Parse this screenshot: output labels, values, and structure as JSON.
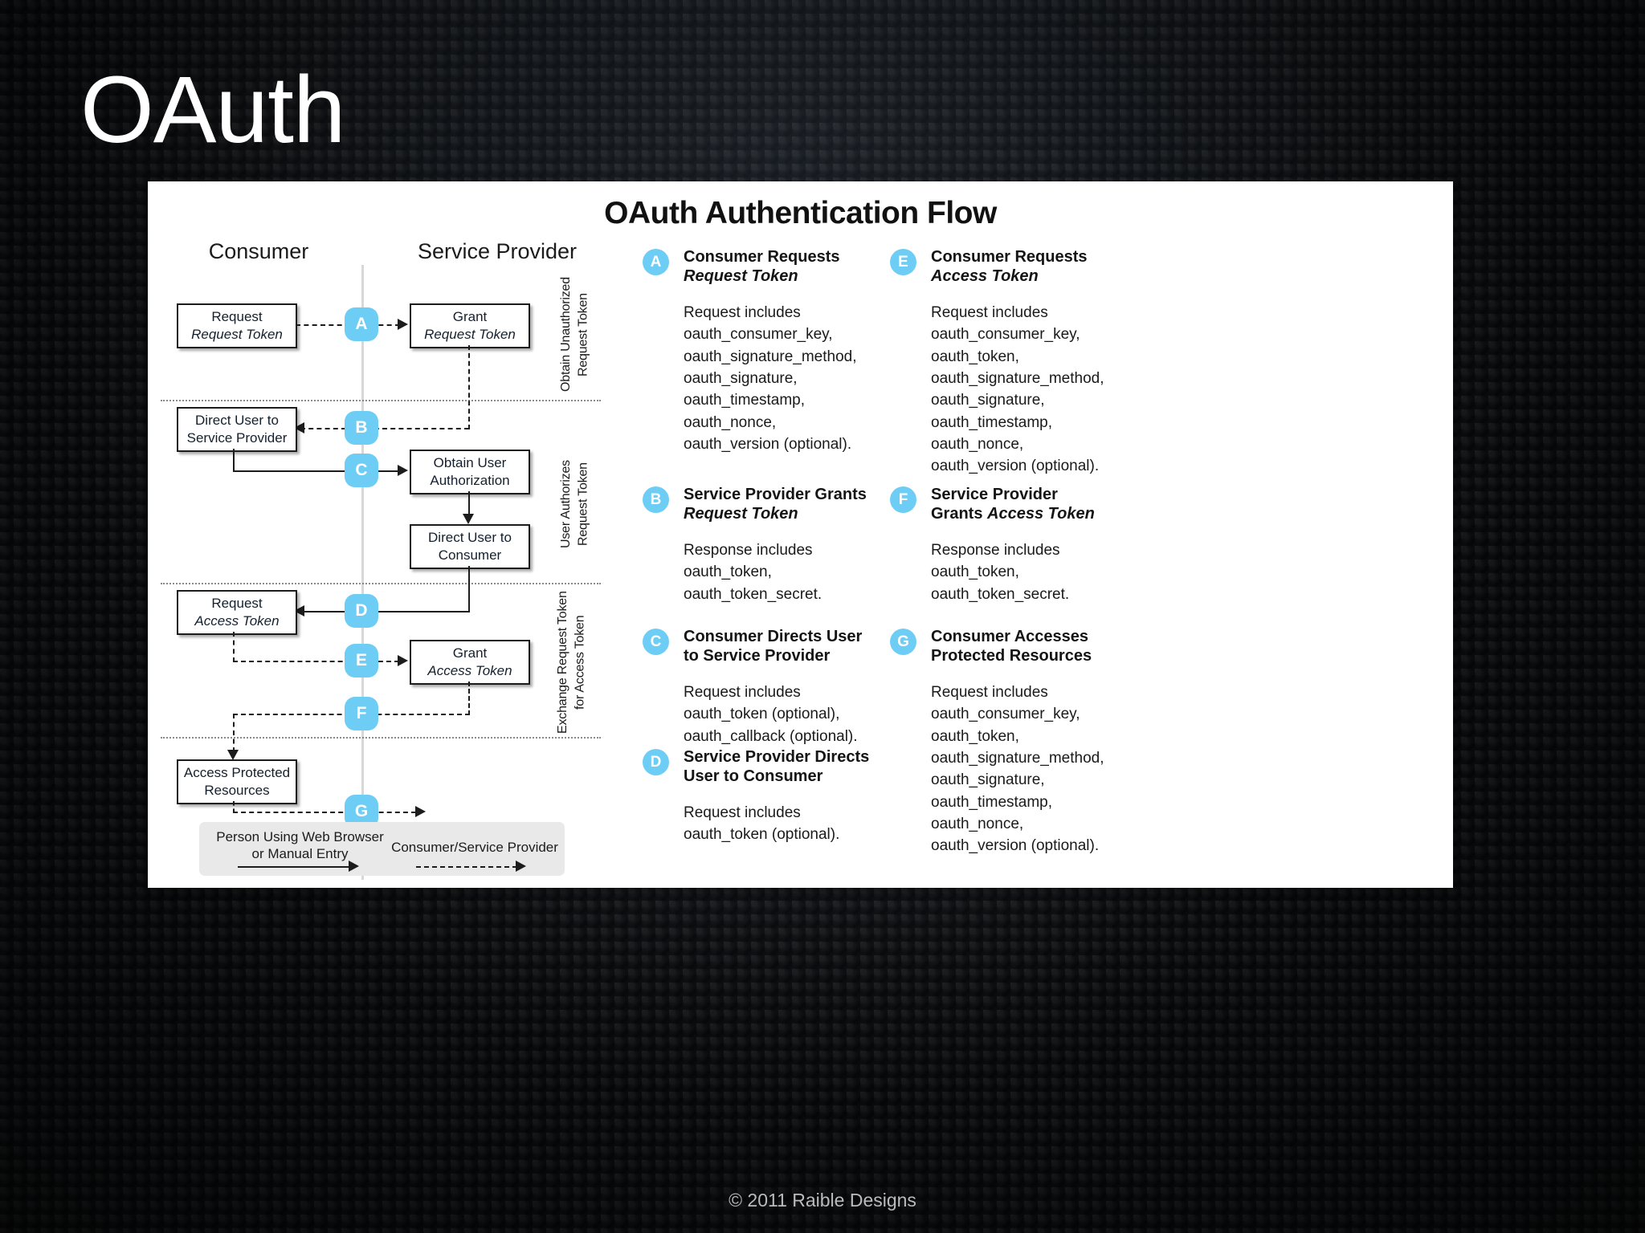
{
  "slide": {
    "title": "OAuth",
    "footer": "© 2011 Raible Designs"
  },
  "figure": {
    "title": "OAuth Authentication Flow",
    "columns": {
      "consumer": "Consumer",
      "service_provider": "Service Provider"
    },
    "boxes": {
      "request_request_token": {
        "line1": "Request",
        "line2": "Request Token"
      },
      "grant_request_token": {
        "line1": "Grant",
        "line2": "Request Token"
      },
      "direct_user_to_sp": {
        "line1": "Direct User to",
        "line2": "Service Provider"
      },
      "obtain_user_authorization": {
        "line1": "Obtain User",
        "line2": "Authorization"
      },
      "direct_user_to_consumer": {
        "line1": "Direct User to",
        "line2": "Consumer"
      },
      "request_access_token": {
        "line1": "Request",
        "line2": "Access Token"
      },
      "grant_access_token": {
        "line1": "Grant",
        "line2": "Access Token"
      },
      "access_protected_resources": {
        "line1": "Access Protected",
        "line2": "Resources"
      }
    },
    "markers": [
      "A",
      "B",
      "C",
      "D",
      "E",
      "F",
      "G"
    ],
    "phase_labels": {
      "phase1": "Obtain Unauthorized\nRequest Token",
      "phase2": "User Authorizes\nRequest Token",
      "phase3": "Exchange Request Token\nfor Access Token"
    },
    "legend": {
      "solid_label": "Person Using Web Browser\nor Manual Entry",
      "dashed_label": "Consumer/Service Provider"
    },
    "steps": [
      {
        "letter": "A",
        "title_plain": "Consumer Requests",
        "title_italic": "Request Token",
        "body": "Request includes\noauth_consumer_key,\noauth_signature_method,\noauth_signature,\noauth_timestamp,\noauth_nonce,\noauth_version (optional)."
      },
      {
        "letter": "B",
        "title_plain": "Service Provider Grants",
        "title_italic": "Request Token",
        "body": "Response includes\noauth_token,\noauth_token_secret."
      },
      {
        "letter": "C",
        "title_plain": "Consumer Directs User to Service Provider",
        "title_italic": "",
        "body": "Request includes\noauth_token (optional),\noauth_callback (optional)."
      },
      {
        "letter": "D",
        "title_plain": "Service Provider Directs User to Consumer",
        "title_italic": "",
        "body": "Request includes\noauth_token (optional)."
      },
      {
        "letter": "E",
        "title_plain": "Consumer Requests",
        "title_italic": "Access Token",
        "body": "Request includes\noauth_consumer_key,\noauth_token,\noauth_signature_method,\noauth_signature,\noauth_timestamp,\noauth_nonce,\noauth_version (optional)."
      },
      {
        "letter": "F",
        "title_plain": "Service Provider",
        "title_plain2": "Grants",
        "title_italic": "Access Token",
        "body": "Response includes\noauth_token,\noauth_token_secret."
      },
      {
        "letter": "G",
        "title_plain": "Consumer Accesses Protected Resources",
        "title_italic": "",
        "body": "Request includes\noauth_consumer_key,\noauth_token,\noauth_signature_method,\noauth_signature,\noauth_timestamp,\noauth_nonce,\noauth_version (optional)."
      }
    ]
  },
  "colors": {
    "marker_blue": "#6ecdf5",
    "card_bg": "#ffffff",
    "slide_bg": "#07080a"
  }
}
